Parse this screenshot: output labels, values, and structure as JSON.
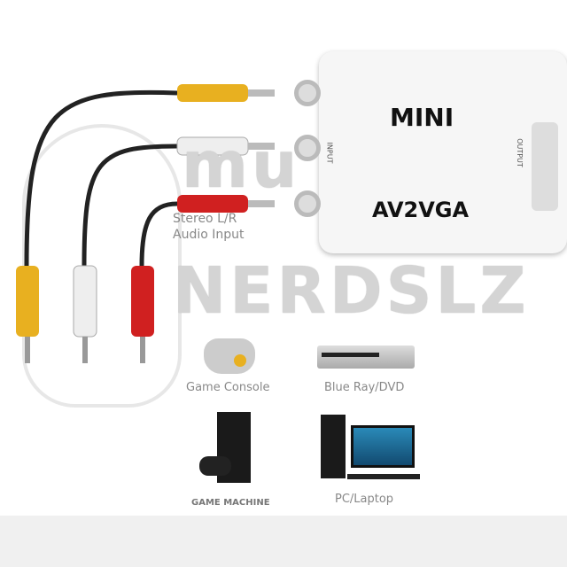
{
  "device": {
    "brand_label": "MINI",
    "model_label": "AV2VGA",
    "input_label": "INPUT",
    "output_label": "OUTPUT"
  },
  "watermark": {
    "top": "mu",
    "bottom": "NERDSLZ"
  },
  "audio_label": {
    "line1": "Stereo L/R",
    "line2": "Audio Input"
  },
  "devices": [
    {
      "label": "Game Console",
      "icon": "gamepad-icon"
    },
    {
      "label": "Blue Ray/DVD",
      "icon": "dvd-player-icon"
    },
    {
      "label": "GAME MACHINE",
      "icon": "game-console-icon"
    },
    {
      "label": "PC/Laptop",
      "icon": "desktop-pc-icon"
    }
  ],
  "colors": {
    "yellow": "#e8b020",
    "white": "#eeeeee",
    "red": "#d02020",
    "cable": "#222222"
  }
}
